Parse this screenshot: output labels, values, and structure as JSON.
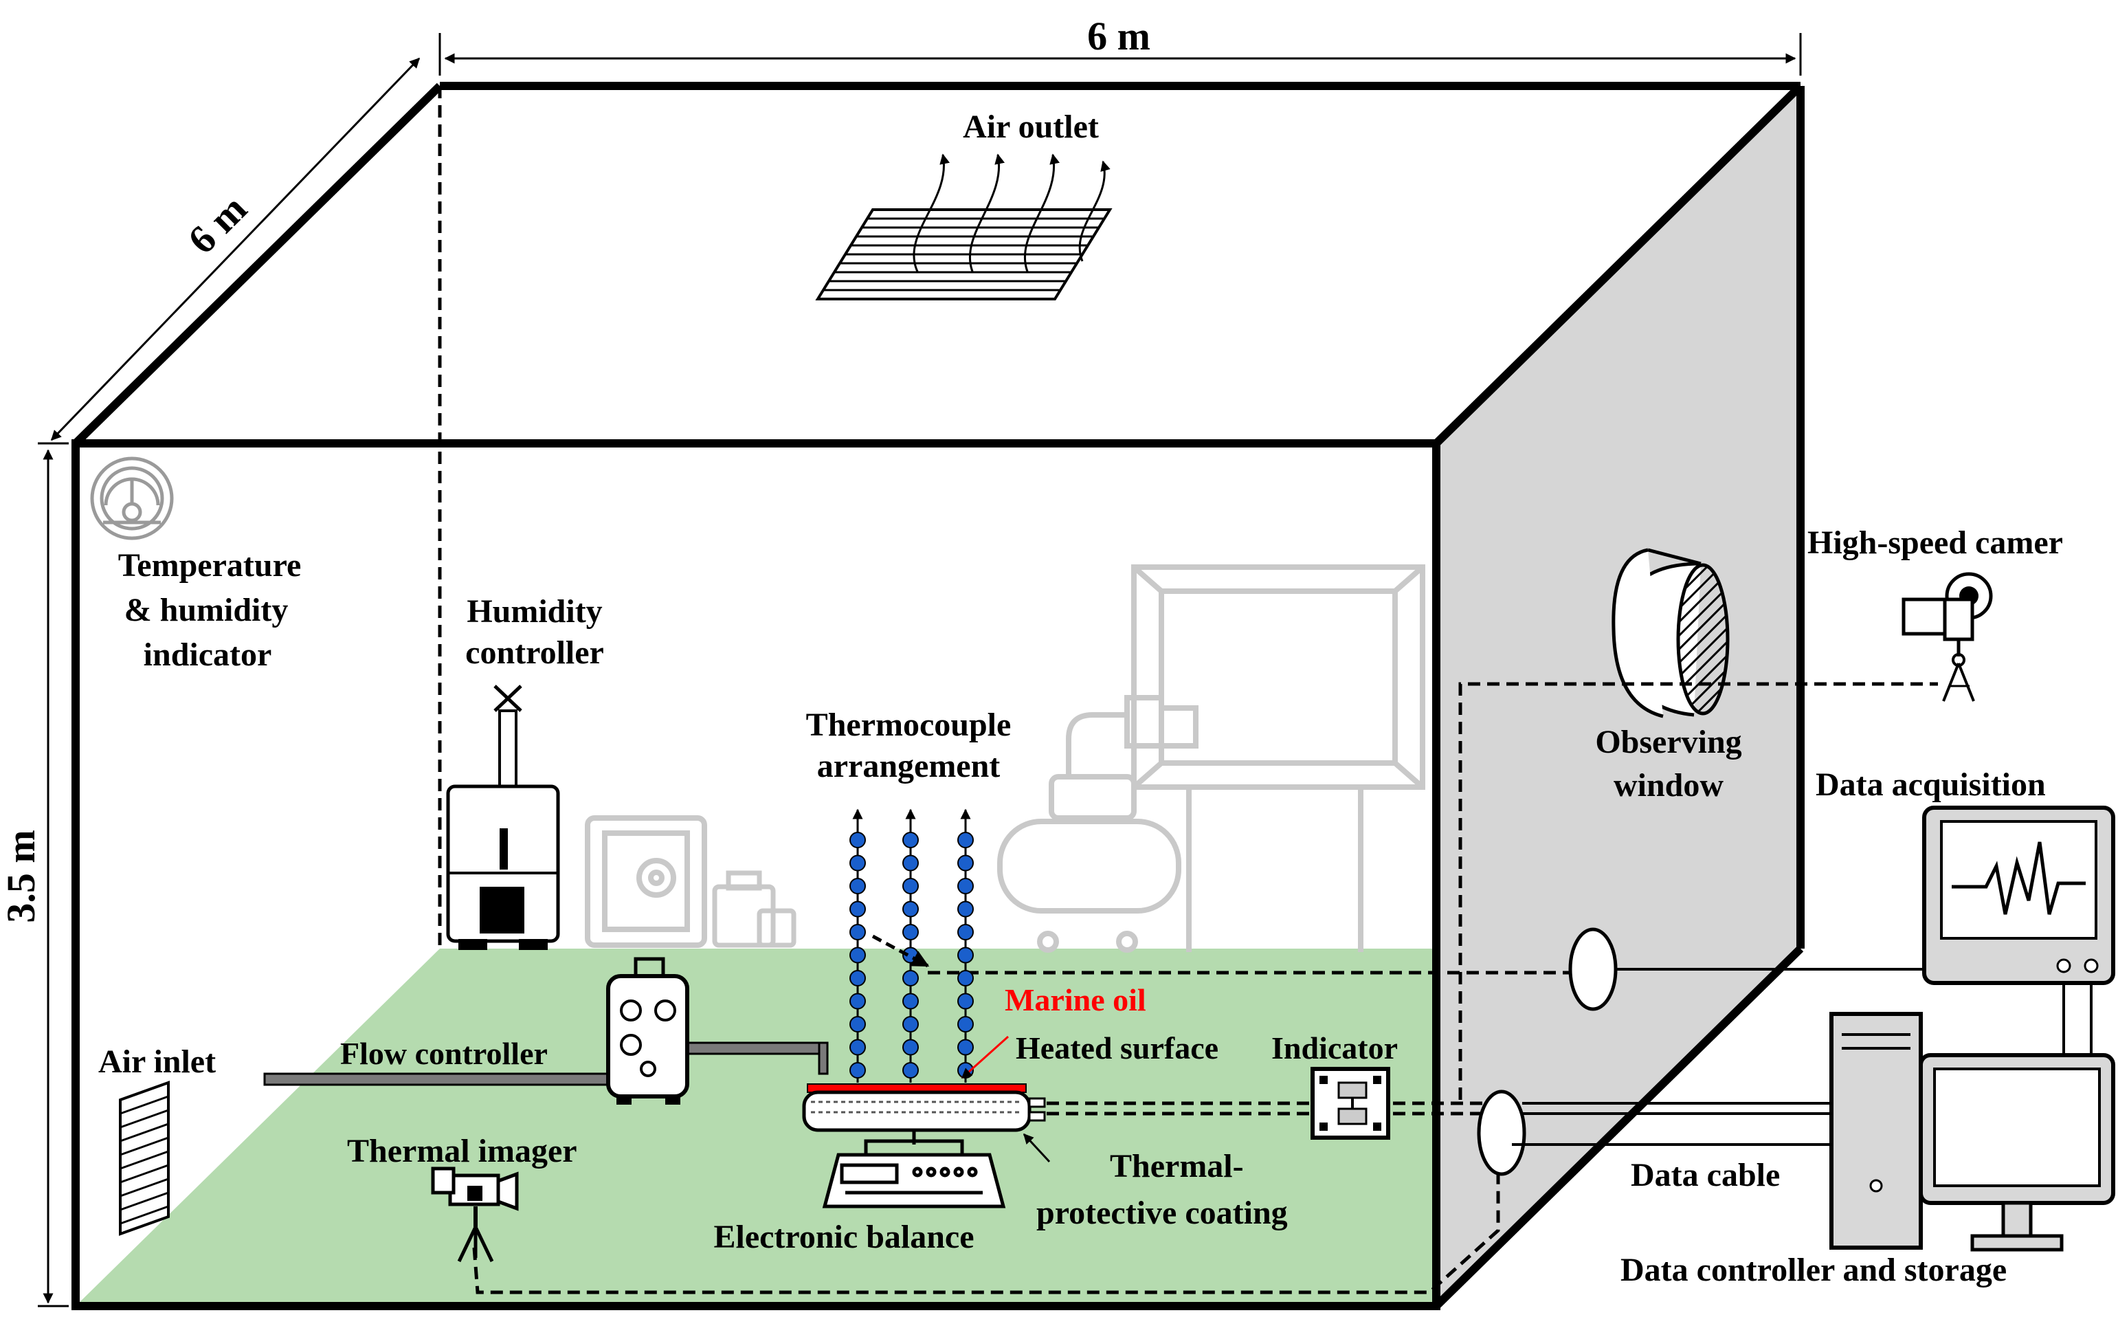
{
  "colors": {
    "floor": "#a8d5a1",
    "right_wall": "#d6d6d6",
    "marine_oil": "#ff0000",
    "thermocouple": "#1a5fcc",
    "faded_equipment": "#c9c9c9",
    "line": "#000000"
  },
  "dimensions": {
    "width": "6 m",
    "depth": "6 m",
    "height": "3.5 m"
  },
  "labels": {
    "air_outlet": "Air outlet",
    "temp_humidity_line1": "Temperature",
    "temp_humidity_line2": "& humidity",
    "temp_humidity_line3": "indicator",
    "humidity_controller_line1": "Humidity",
    "humidity_controller_line2": "controller",
    "thermocouple_line1": "Thermocouple",
    "thermocouple_line2": "arrangement",
    "marine_oil": "Marine oil",
    "heated_surface": "Heated surface",
    "indicator": "Indicator",
    "flow_controller": "Flow controller",
    "air_inlet": "Air inlet",
    "thermal_imager": "Thermal imager",
    "thermal_coating_line1": "Thermal-",
    "thermal_coating_line2": "protective coating",
    "electronic_balance": "Electronic balance",
    "observing_window_line1": "Observing",
    "observing_window_line2": "window",
    "high_speed_camera": "High-speed camer",
    "data_acquisition": "Data acquisition",
    "data_cable": "Data cable",
    "data_controller": "Data controller and storage"
  },
  "icons": [
    "gauge-icon",
    "humidifier-icon",
    "safe-icon",
    "toolbox-icon",
    "pipe-icon",
    "compressor-icon",
    "board-icon",
    "vent-grille-icon",
    "inlet-grille-icon",
    "flow-controller-icon",
    "balance-icon",
    "camera-icon",
    "indicator-icon",
    "monitor-icon",
    "computer-icon",
    "observing-window-icon"
  ]
}
